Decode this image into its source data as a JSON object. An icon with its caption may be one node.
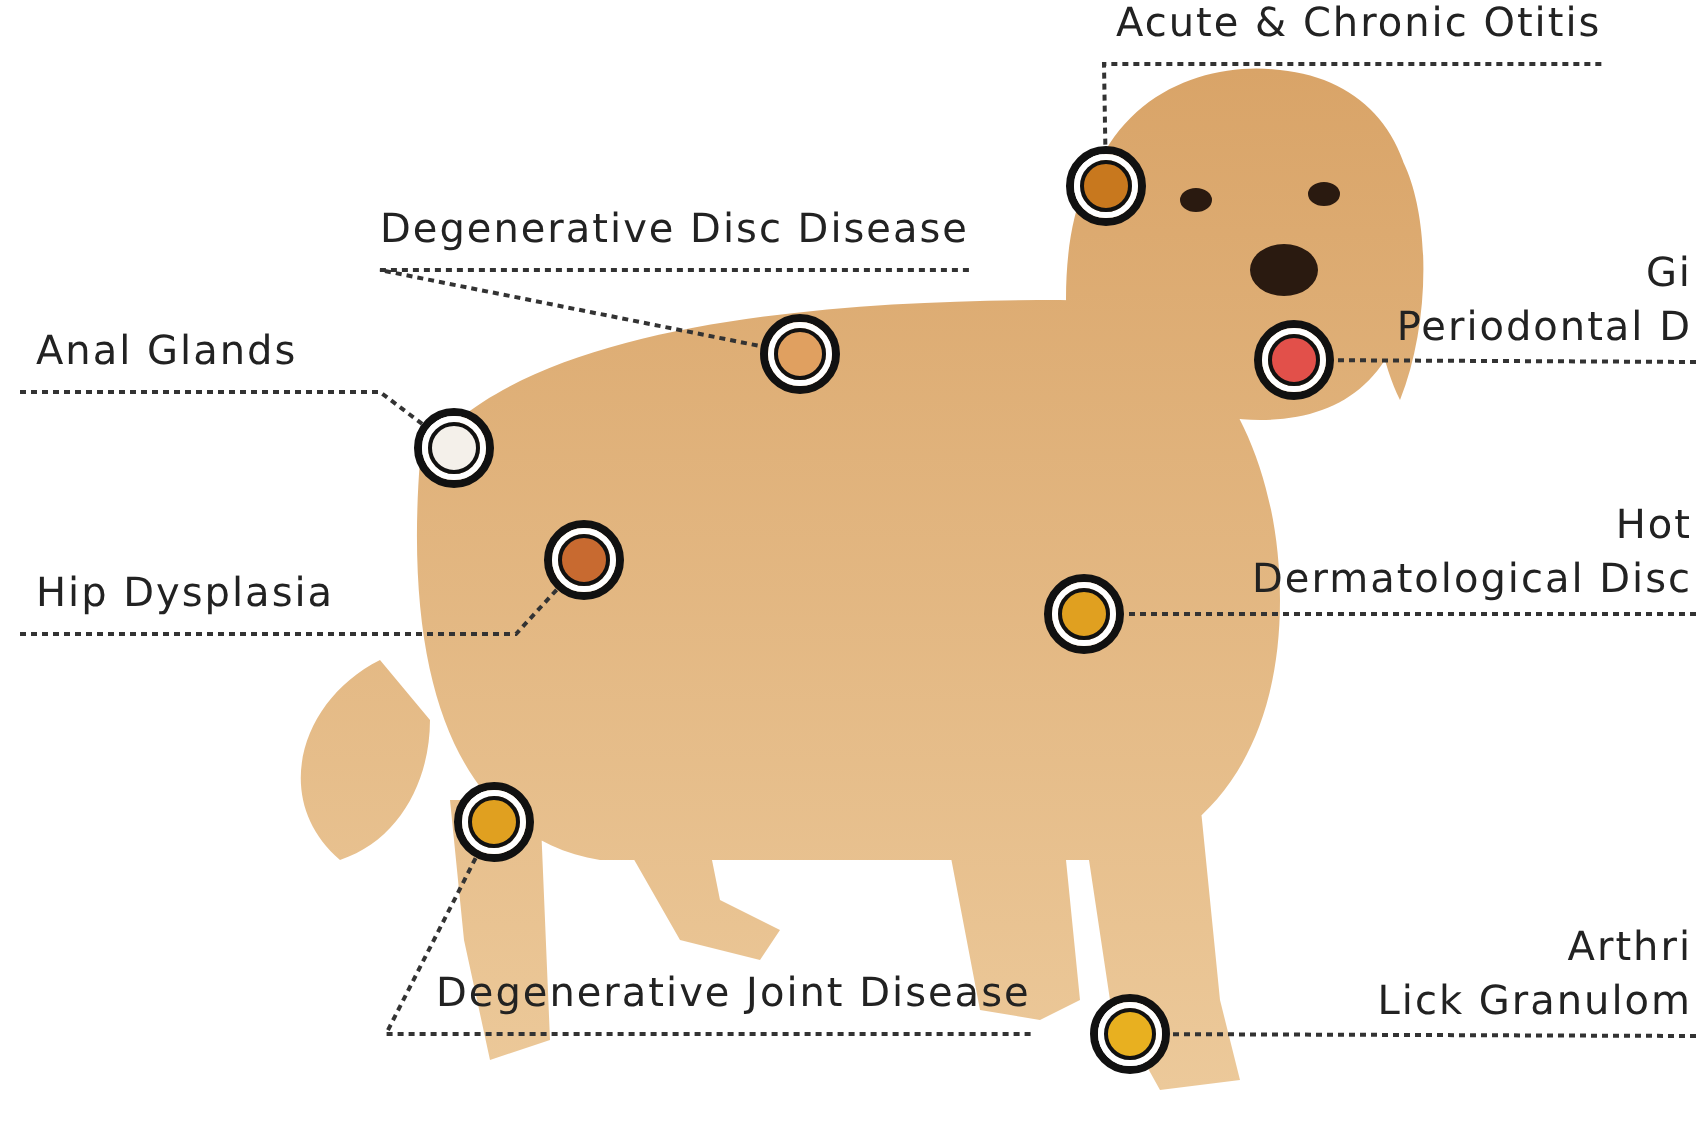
{
  "diagram": {
    "nodes": [
      {
        "text": [
          "Acute & Chronic Otitis"
        ]
      },
      {
        "text": [],
        "shape": "circle"
      },
      {
        "text": [
          "Degenerative Disc Disease"
        ]
      },
      {
        "text": [],
        "shape": "circle"
      },
      {
        "text": [
          "Anal Glands"
        ]
      },
      {
        "text": [],
        "shape": "circle"
      },
      {
        "text": [
          "Gi",
          "Periodontal D"
        ]
      },
      {
        "text": [],
        "shape": "circle"
      },
      {
        "text": [
          "Hip Dysplasia"
        ]
      },
      {
        "text": [],
        "shape": "circle"
      },
      {
        "text": [
          "Hot",
          "Dermatological Disc"
        ]
      },
      {
        "text": [],
        "shape": "circle"
      },
      {
        "text": [
          "Degenerative Joint Disease"
        ]
      },
      {
        "text": [],
        "shape": "circle"
      },
      {
        "text": [
          "Arthri",
          "Lick Granulom"
        ]
      },
      {
        "text": [],
        "shape": "circle"
      }
    ],
    "edges": [
      {
        "from": 0,
        "to": 1,
        "arrow": "none",
        "style": "dashed"
      },
      {
        "from": 2,
        "to": 3,
        "arrow": "none",
        "style": "dashed"
      },
      {
        "from": 4,
        "to": 5,
        "arrow": "none",
        "style": "dashed"
      },
      {
        "from": 6,
        "to": 7,
        "arrow": "none",
        "style": "dashed"
      },
      {
        "from": 8,
        "to": 9,
        "arrow": "none",
        "style": "dashed"
      },
      {
        "from": 10,
        "to": 11,
        "arrow": "none",
        "style": "dashed"
      },
      {
        "from": 12,
        "to": 13,
        "arrow": "none",
        "style": "dashed"
      },
      {
        "from": 14,
        "to": 15,
        "arrow": "none",
        "style": "dashed"
      }
    ]
  }
}
